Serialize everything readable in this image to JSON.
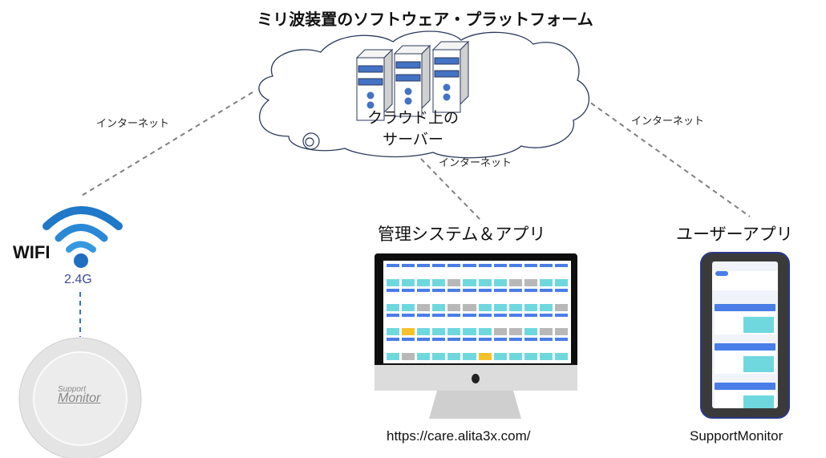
{
  "title": "ミリ波装置のソフトウェア・プラットフォーム",
  "cloud": {
    "label_line1": "クラウド上の",
    "label_line2": "サーバー"
  },
  "links": {
    "left": "インターネット",
    "middle": "インターネット",
    "right": "インターネット"
  },
  "wifi": {
    "label": "WIFI",
    "band": "2.4G"
  },
  "device": {
    "brand_small": "Support",
    "brand_large": "Monitor"
  },
  "admin": {
    "title": "管理システム＆アプリ",
    "url": "https://care.alita3x.com/",
    "cell_status": [
      [
        "c",
        "c",
        "c",
        "c",
        "g",
        "c",
        "c",
        "c",
        "g",
        "g",
        "c",
        "c"
      ],
      [
        "c",
        "c",
        "g",
        "c",
        "g",
        "g",
        "c",
        "c",
        "c",
        "c",
        "c",
        "g"
      ],
      [
        "c",
        "y",
        "c",
        "c",
        "c",
        "c",
        "c",
        "g",
        "g",
        "c",
        "g",
        "g"
      ],
      [
        "c",
        "g",
        "c",
        "c",
        "c",
        "c",
        "y",
        "c",
        "c",
        "c",
        "c",
        "c"
      ]
    ],
    "status_colors": {
      "c": "#6fd8df",
      "g": "#b8b8b8",
      "y": "#f6c12a"
    }
  },
  "user_app": {
    "title": "ユーザーアプリ",
    "name": "SupportMonitor"
  },
  "colors": {
    "accent": "#4472c4",
    "dash": "#808080"
  }
}
